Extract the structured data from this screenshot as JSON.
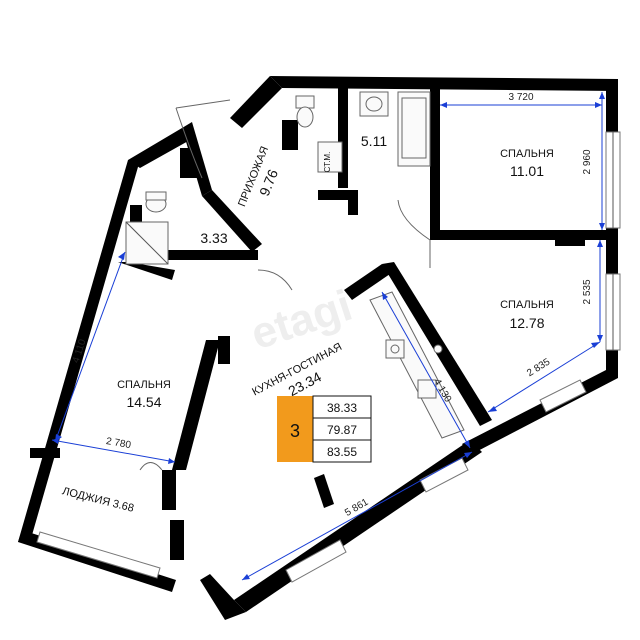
{
  "rooms": {
    "hallway": {
      "name": "ПРИХОЖАЯ",
      "area": "9.76"
    },
    "bathroom": {
      "area": "5.11",
      "appliance": "СТ.М."
    },
    "bedroom_top": {
      "name": "СПАЛЬНЯ",
      "area": "11.01"
    },
    "wc": {
      "area": "3.33"
    },
    "bedroom_middle": {
      "name": "СПАЛЬНЯ",
      "area": "12.78"
    },
    "bedroom_left": {
      "name": "СПАЛЬНЯ",
      "area": "14.54"
    },
    "kitchen_living": {
      "name": "КУХНЯ-ГОСТИНАЯ",
      "area": "23.34"
    },
    "loggia": {
      "label": "ЛОДЖИЯ 3.68"
    }
  },
  "dimensions": {
    "top_bedroom_width": "3 720",
    "top_bedroom_depth": "2 960",
    "middle_bedroom_depth": "2 535",
    "middle_bedroom_width": "2 835",
    "left_bedroom_depth": "4 110",
    "left_bedroom_width": "2 780",
    "kitchen_depth": "4 130",
    "living_length": "5 861"
  },
  "summary": {
    "rooms_count": "3",
    "living_area": "38.33",
    "usable_area": "79.87",
    "total_area": "83.55",
    "badge_color": "#f29a1c"
  },
  "watermark": "etagi"
}
